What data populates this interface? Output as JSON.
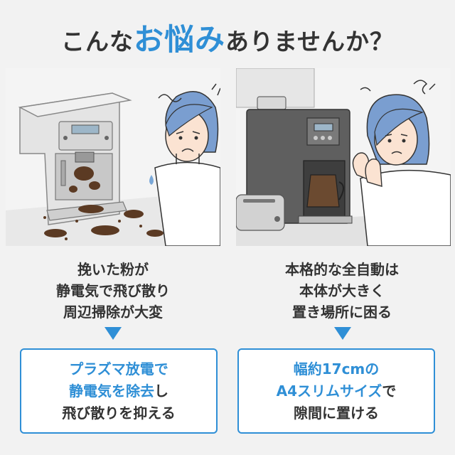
{
  "headline": {
    "pre": "こんな",
    "accent": "お悩み",
    "post": "ありませんか？"
  },
  "colors": {
    "accent": "#2f8fd6",
    "text": "#333333",
    "background": "#f2f2f2"
  },
  "panels": {
    "left": {
      "illustration": "worried-woman-grinder-mess",
      "problem_lines": [
        "挽いた粉が",
        "静電気で飛び散り",
        "周辺掃除が大変"
      ],
      "solution": {
        "line1_blue": "プラズマ放電で",
        "line2_blue": "静電気を除去",
        "line2_dark": "し",
        "line3_dark": "飛び散りを抑える"
      }
    },
    "right": {
      "illustration": "worried-woman-bulky-coffee-machine",
      "problem_lines": [
        "本格的な全自動は",
        "本体が大きく",
        "置き場所に困る"
      ],
      "solution": {
        "line1_blue": "幅約17cmの",
        "line2_blue": "A4スリムサイズ",
        "line2_dark": "で",
        "line3_dark": "隙間に置ける"
      }
    }
  }
}
